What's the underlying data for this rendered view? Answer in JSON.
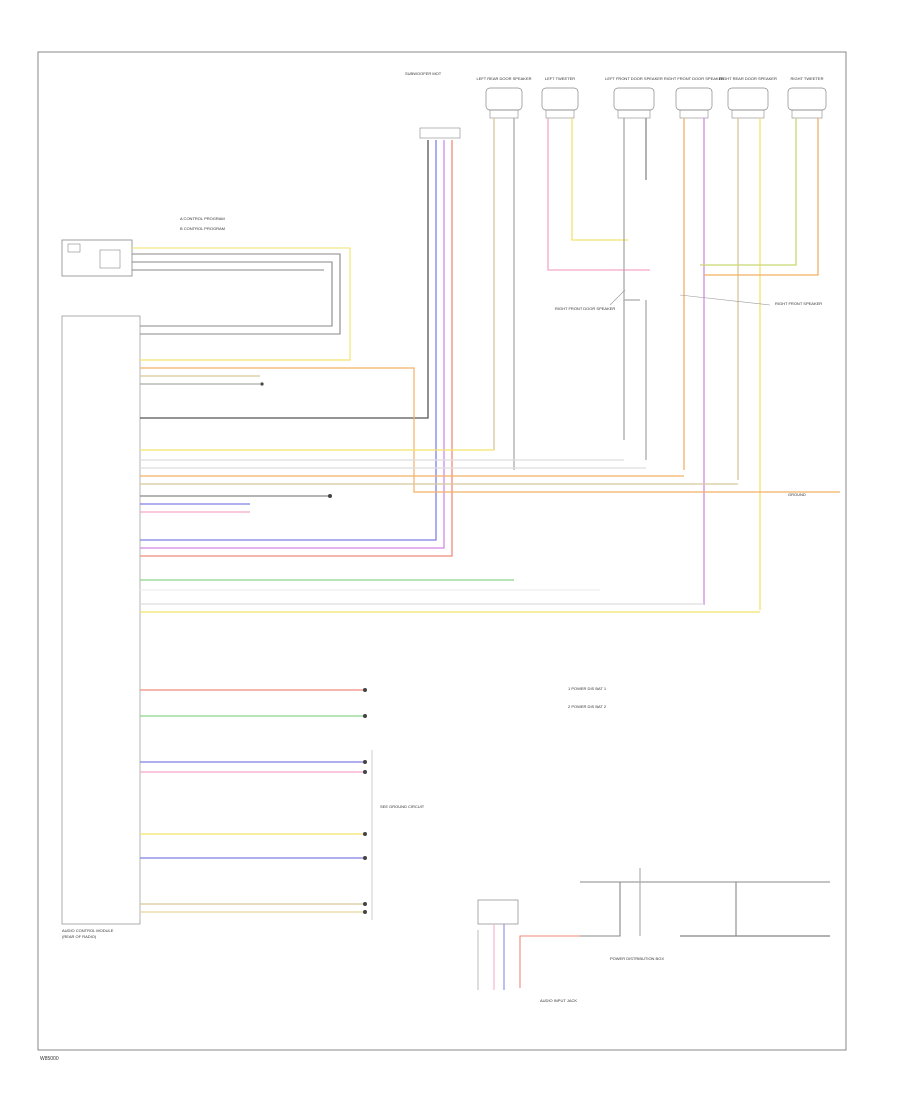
{
  "page": {
    "title": "",
    "diagram_code": "",
    "bottom_code": "W85000"
  },
  "labels": {
    "top_right_note": "SUBWOOFER MOT",
    "legend_a": "A   CONTROL PROGRAM",
    "legend_b": "B   CONTROL PROGRAM",
    "right_ref_1": "1   POWER DIS BAT 1",
    "right_ref_2": "2   POWER DIS BAT 2",
    "see_ground": "SEE GROUND CIRCUIT",
    "main_module": "AUDIO CONTROL MODULE",
    "main_module_sub": "(REAR OF RADIO)",
    "ground_label": "GROUND",
    "hvac_bottom": "AUDIO INPUT JACK",
    "power_dist": "POWER DISTRIBUTION BOX",
    "sp_left_splice": "RIGHT FRONT DOOR SPEAKER",
    "sp_right_splice": "RIGHT FRONT SPEAKER"
  },
  "speakers": [
    {
      "id": "lrd",
      "label": "LEFT REAR DOOR SPEAKER"
    },
    {
      "id": "lft",
      "label": "LEFT TWEETER"
    },
    {
      "id": "lfd",
      "label": "LEFT FRONT DOOR SPEAKER"
    },
    {
      "id": "rfd",
      "label": "RIGHT FRONT DOOR SPEAKER"
    },
    {
      "id": "rrd",
      "label": "RIGHT REAR DOOR SPEAKER"
    },
    {
      "id": "rft",
      "label": "RIGHT TWEETER"
    }
  ],
  "wire_colors": {
    "yellow": "#f2e36a",
    "red": "#f08a7a",
    "green": "#8bd48a",
    "blue": "#7f7fe8",
    "violet": "#d488e8",
    "orange": "#f2b064",
    "gray": "#888888",
    "black": "#333333",
    "tan": "#d8c79a",
    "pink": "#f5a8c8"
  }
}
